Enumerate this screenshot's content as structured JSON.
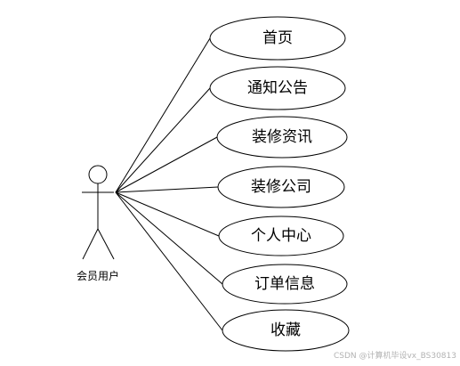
{
  "actor": {
    "label": "会员用户"
  },
  "use_cases": [
    {
      "label": "首页"
    },
    {
      "label": "通知公告"
    },
    {
      "label": "装修资讯"
    },
    {
      "label": "装修公司"
    },
    {
      "label": "个人中心"
    },
    {
      "label": "订单信息"
    },
    {
      "label": "收藏"
    }
  ],
  "watermark": "CSDN @计算机毕设vx_BS30813"
}
